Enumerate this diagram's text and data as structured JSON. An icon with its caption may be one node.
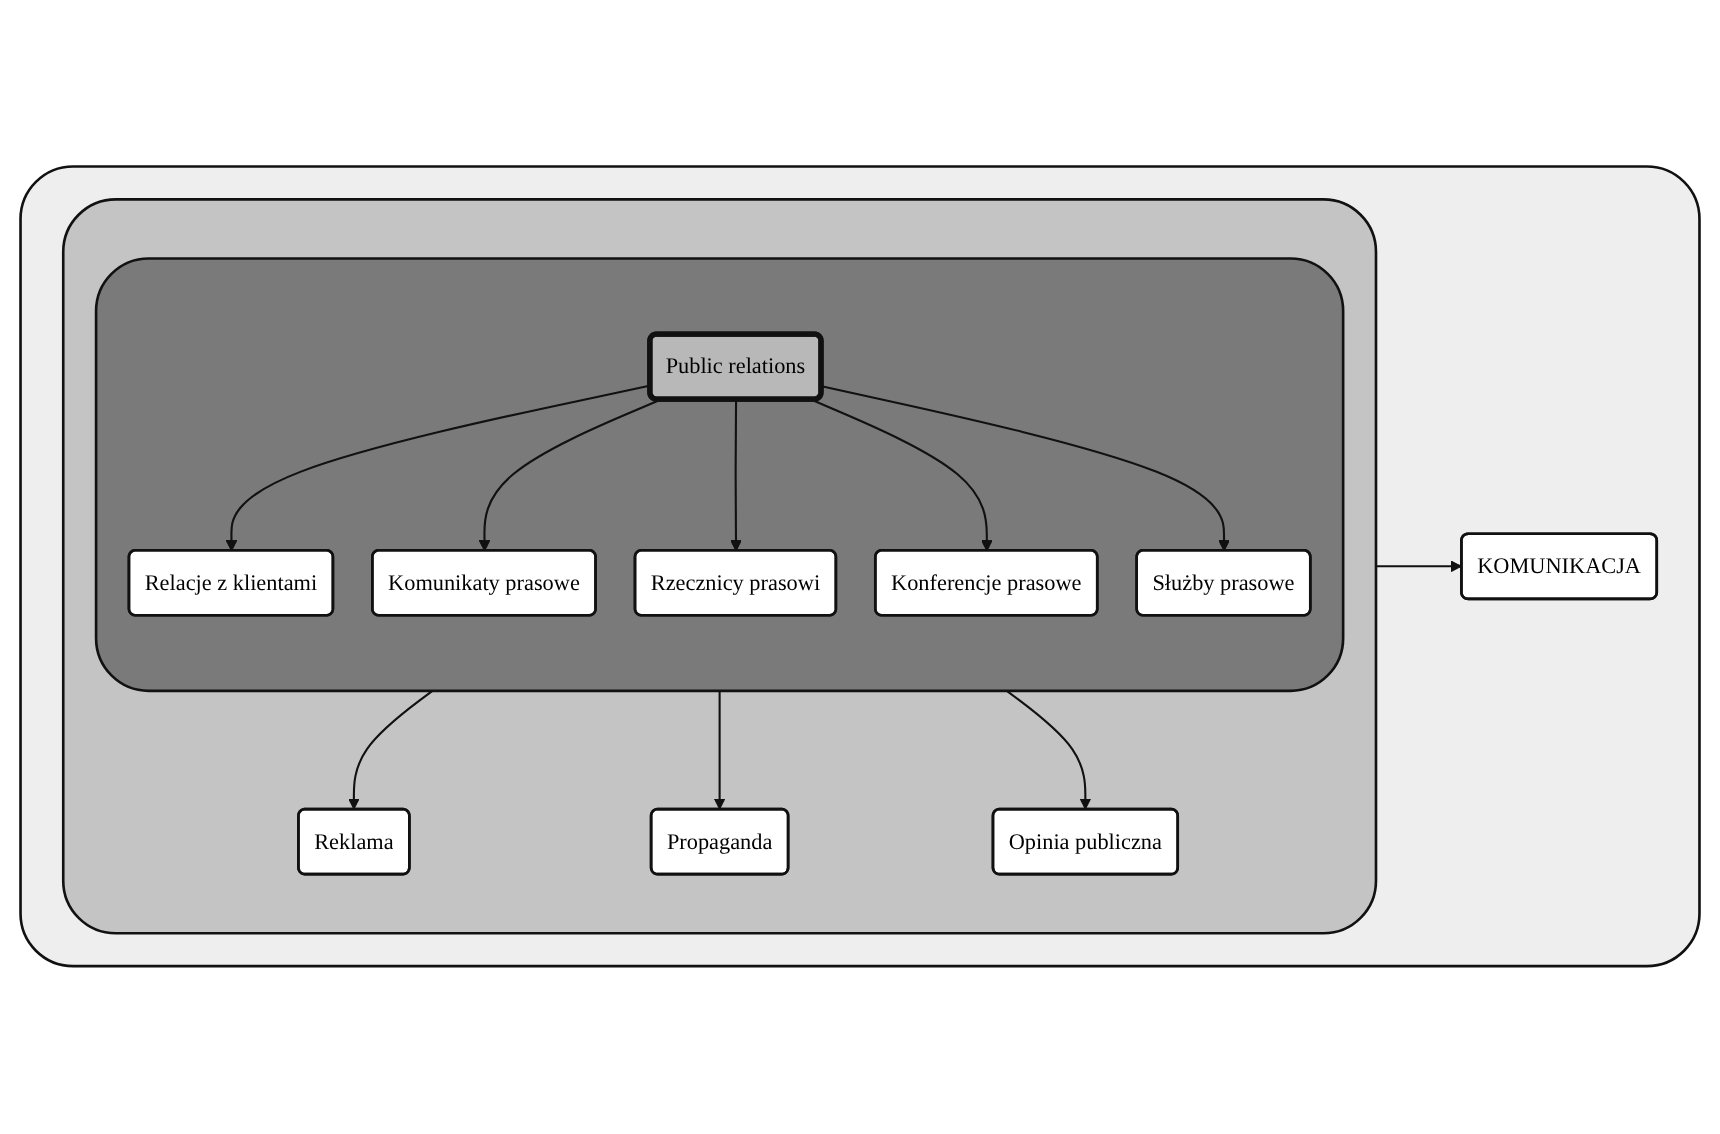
{
  "diagram": {
    "nodes": [
      {
        "text": [],
        "shape": "ellipse"
      },
      {
        "text": [],
        "shape": "ellipse",
        "in": 0
      },
      {
        "text": [
          "Reklama"
        ],
        "in": 1
      },
      {
        "text": [
          "Propaganda"
        ],
        "in": 1
      },
      {
        "text": [],
        "shape": "ellipse",
        "in": 1
      },
      {
        "text": [
          "Relacje z klientami"
        ],
        "in": 4
      },
      {
        "text": [
          "Komunikaty prasowe"
        ],
        "in": 4
      },
      {
        "text": [
          "Rzecznicy prasowi"
        ],
        "in": 4
      },
      {
        "text": [
          "Public relations"
        ],
        "in": 4
      },
      {
        "text": [
          "Konferencje prasowe"
        ],
        "in": 4
      },
      {
        "text": [
          "Służby prasowe"
        ],
        "in": 4
      },
      {
        "text": [
          "Opinia publiczna"
        ],
        "in": 1
      },
      {
        "text": [
          "KOMUNIKACJA"
        ],
        "in": 0
      }
    ],
    "edges": [
      {
        "from": 4,
        "to": 2,
        "arrow": "to"
      },
      {
        "from": 4,
        "to": 3,
        "arrow": "to"
      },
      {
        "from": 8,
        "to": 5,
        "arrow": "to"
      },
      {
        "from": 8,
        "to": 6,
        "arrow": "to"
      },
      {
        "from": 8,
        "to": 7,
        "arrow": "to"
      },
      {
        "from": 8,
        "to": 9,
        "arrow": "to"
      },
      {
        "from": 8,
        "to": 10,
        "arrow": "to"
      },
      {
        "from": 4,
        "to": 11,
        "arrow": "to"
      },
      {
        "from": 1,
        "to": 12,
        "arrow": "to"
      }
    ]
  }
}
